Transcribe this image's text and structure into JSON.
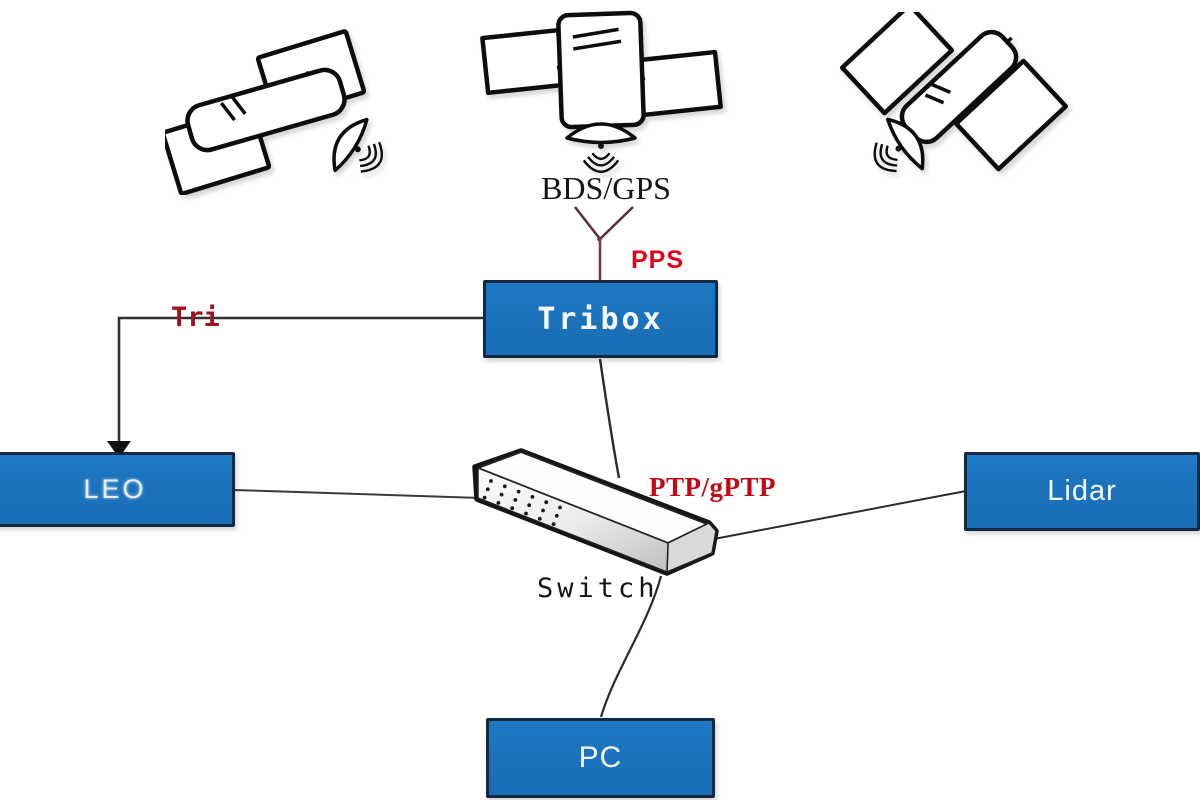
{
  "satellites": {
    "count": 3,
    "constellation_label": "BDS/GPS"
  },
  "signal_labels": {
    "pps": "PPS",
    "trigger": "Tri",
    "ptp": "PTP/gPTP"
  },
  "nodes": {
    "tribox": "Tribox",
    "switch": "Switch",
    "triggered_device": "LEO",
    "lidar": "Lidar",
    "pc": "PC"
  },
  "connections": [
    {
      "from": "satellites",
      "to": "tribox",
      "label": "PPS"
    },
    {
      "from": "tribox",
      "to": "triggered_device",
      "label": "Tri",
      "arrow": true
    },
    {
      "from": "tribox",
      "to": "switch",
      "label": "PTP/gPTP"
    },
    {
      "from": "triggered_device",
      "to": "switch",
      "label": ""
    },
    {
      "from": "switch",
      "to": "lidar",
      "label": ""
    },
    {
      "from": "switch",
      "to": "pc",
      "label": ""
    }
  ],
  "colors": {
    "node_fill": "#1b72bc",
    "node_border": "#13293f",
    "pps_red": "#e30318",
    "trigger_red": "#9e1320",
    "ptp_red": "#c10814",
    "antenna_maroon": "#6e3138",
    "line": "#2b2b2b"
  }
}
